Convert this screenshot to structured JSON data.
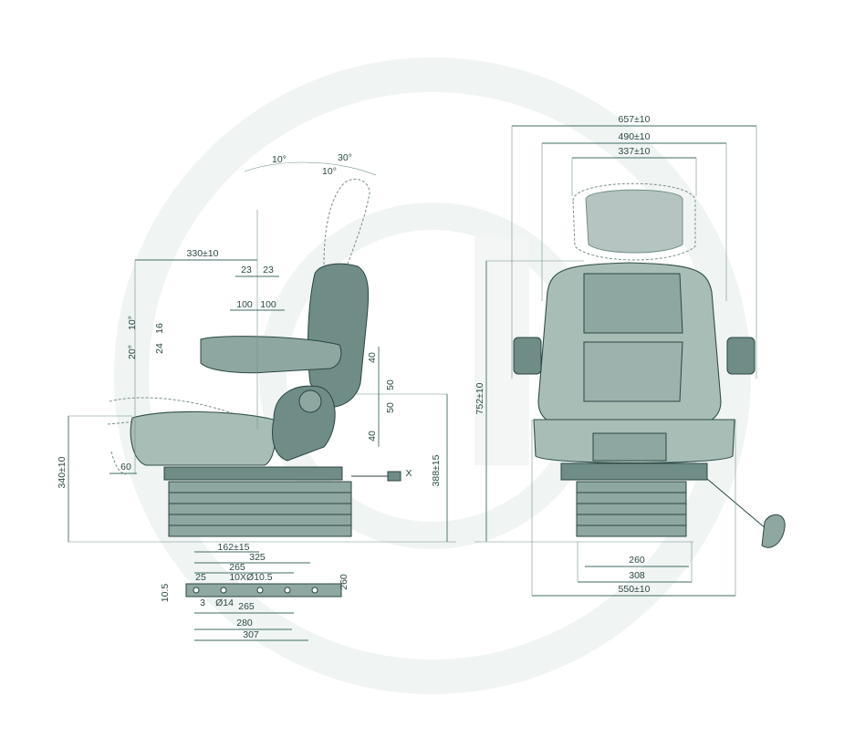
{
  "dimensions": {
    "d_657": "657±10",
    "d_490": "490±10",
    "d_337": "337±10",
    "d_752": "752±10",
    "d_260a": "260",
    "d_308": "308",
    "d_550": "550±10",
    "d_330": "330±10",
    "d_23a": "23",
    "d_23b": "23",
    "d_100a": "100",
    "d_100b": "100",
    "ang_10a": "10°",
    "ang_30": "30°",
    "ang_10b": "10°",
    "ang_10c": "10°",
    "ang_20": "20°",
    "d_16": "16",
    "d_24": "24",
    "d_40a": "40",
    "d_50a": "50",
    "d_50b": "50",
    "d_40b": "40",
    "d_340": "340±10",
    "d_60": "60",
    "d_388": "388±15",
    "d_x": "X",
    "d_162": "162±15",
    "d_325": "325",
    "d_265a": "265",
    "d_25": "25",
    "d_10x": "10XØ10.5",
    "d_10_5": "10.5",
    "d_3": "3",
    "d_14": "Ø14",
    "d_265b": "265",
    "d_260b": "260",
    "d_280": "280",
    "d_307": "307"
  },
  "colors": {
    "seat_body": "#a9bdb7",
    "seat_dark": "#6f8c86",
    "dimension_line": "#3f6b63",
    "watermark": "#f0f4f3"
  }
}
